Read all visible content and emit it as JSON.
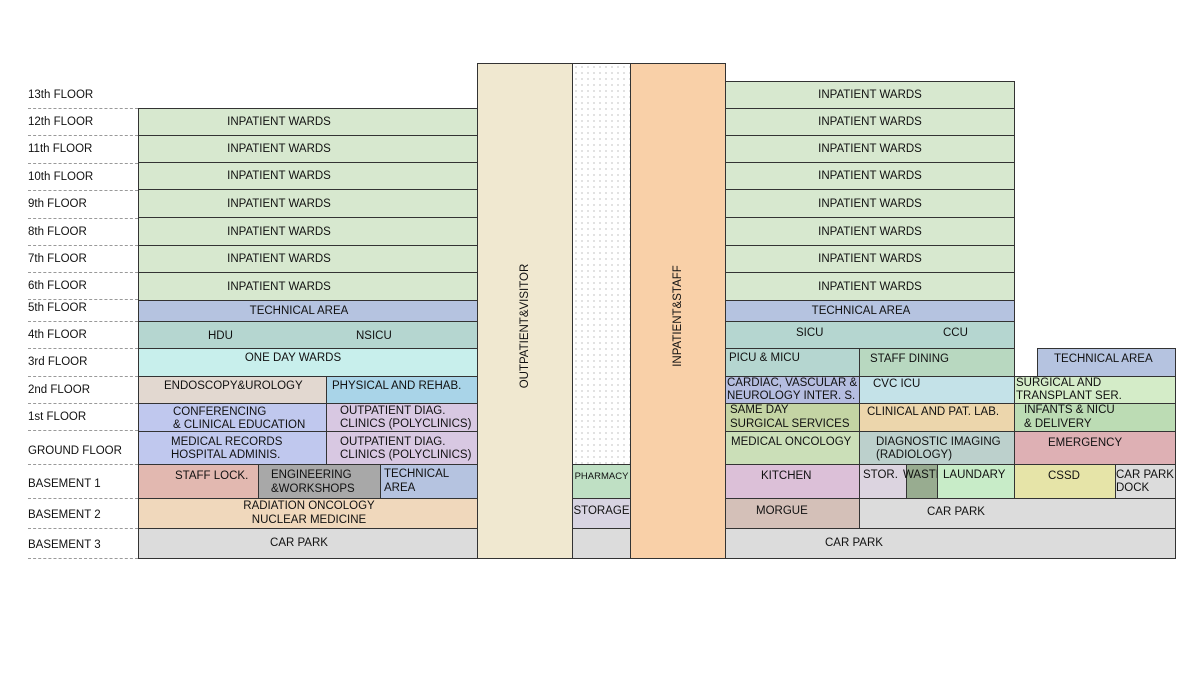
{
  "floor_labels": {
    "f13": "13th FLOOR",
    "f12": "12th FLOOR",
    "f11": "11th FLOOR",
    "f10": "10th FLOOR",
    "f9": "9th FLOOR",
    "f8": "8th FLOOR",
    "f7": "7th FLOOR",
    "f6": "6th FLOOR",
    "f5": "5th FLOOR",
    "f4": "4th FLOOR",
    "f3": "3rd FLOOR",
    "f2": "2nd FLOOR",
    "f1": "1st FLOOR",
    "g": "GROUND FLOOR",
    "b1": "BASEMENT 1",
    "b2": "BASEMENT 2",
    "b3": "BASEMENT 3"
  },
  "cores": {
    "outpatient": "OUTPATIENT&VISITOR",
    "pharmacy": "PHARMACY",
    "storage": "STORAGE",
    "inpatient": "INPATIENT&STAFF"
  },
  "left": {
    "wards": "INPATIENT WARDS",
    "technical": "TECHNICAL AREA",
    "hdu": "HDU",
    "nsicu": "NSICU",
    "one_day": "ONE DAY WARDS",
    "endoscopy": "ENDOSCOPY&UROLOGY",
    "physical": "PHYSICAL AND REHAB.",
    "conf1": "CONFERENCING",
    "conf2": "& CLINICAL EDUCATION",
    "opd1_a": "OUTPATIENT DIAG.",
    "opd1_b": "CLINICS (POLYCLINICS)",
    "med1": "MEDICAL RECORDS",
    "med2": "HOSPITAL ADMINIS.",
    "opd2_a": "OUTPATIENT DIAG.",
    "opd2_b": "CLINICS (POLYCLINICS)",
    "staff_lock": "STAFF LOCK.",
    "eng1": "ENGINEERING",
    "eng2": "&WORKSHOPS",
    "tech_b1_a": "TECHNICAL",
    "tech_b1_b": "AREA",
    "rad1": "RADIATION ONCOLOGY",
    "rad2": "NUCLEAR MEDICINE",
    "car_park": "CAR PARK"
  },
  "right": {
    "wards": "INPATIENT WARDS",
    "technical": "TECHNICAL AREA",
    "sicu": "SICU",
    "ccu": "CCU",
    "picu": "PICU & MICU",
    "staff_dining": "STAFF DINING",
    "technical_far": "TECHNICAL AREA",
    "cardiac1": "CARDIAC, VASCULAR &",
    "cardiac2": "NEUROLOGY INTER. S.",
    "cvc": "CVC ICU",
    "surg1": "SURGICAL AND",
    "surg2": "TRANSPLANT SER.",
    "sameday1": "SAME DAY",
    "sameday2": "SURGICAL SERVICES",
    "clinical": "CLINICAL AND PAT. LAB.",
    "infants1": "INFANTS & NICU",
    "infants2": "& DELIVERY",
    "medonc": "MEDICAL ONCOLOGY",
    "diag1": "DIAGNOSTIC IMAGING",
    "diag2": "(RADIOLOGY)",
    "emergency": "EMERGENCY",
    "kitchen": "KITCHEN",
    "stor": "STOR.",
    "waste": "WASTE",
    "laundary": "LAUNDARY",
    "cssd": "CSSD",
    "carpark_dock1": "CAR PARK",
    "carpark_dock2": "DOCK",
    "morgue": "MORGUE",
    "car_park_b2": "CAR PARK",
    "car_park_b3": "CAR PARK"
  },
  "colors": {
    "wards": "#d7e8cf",
    "technical": "#b5c3e0",
    "icu": "#b5d6d0",
    "one_day": "#c8efec",
    "endoscopy": "#e2d8d0",
    "physical": "#a9d4e8",
    "conferencing": "#c0c8ee",
    "outpatient_clinic": "#d8c8e2",
    "staff_lock": "#e2b8b0",
    "engineering": "#a8a8a8",
    "radiation": "#f0d8bc",
    "car_park": "#dcdcdc",
    "outpatient_core": "#f0e8d0",
    "inpatient_core": "#f9d0a8",
    "pharmacy": "#bfe0c4",
    "storage": "#d8d4e2",
    "staff_dining": "#b8d8c0",
    "cardiac": "#b5bde0",
    "cvc": "#c4e2e8",
    "surgical": "#d4ecc8",
    "sameday": "#c4d4a4",
    "clinical": "#ecd6ac",
    "infants": "#bcdcb4",
    "medonc": "#cbdfb8",
    "diag": "#bcd0cc",
    "emergency": "#deb0b4",
    "kitchen": "#dcc0d8",
    "stor": "#dcd4e0",
    "waste": "#98ac90",
    "laundary": "#c8ecc8",
    "cssd": "#e6e4a8",
    "morgue": "#d4c0b8"
  }
}
